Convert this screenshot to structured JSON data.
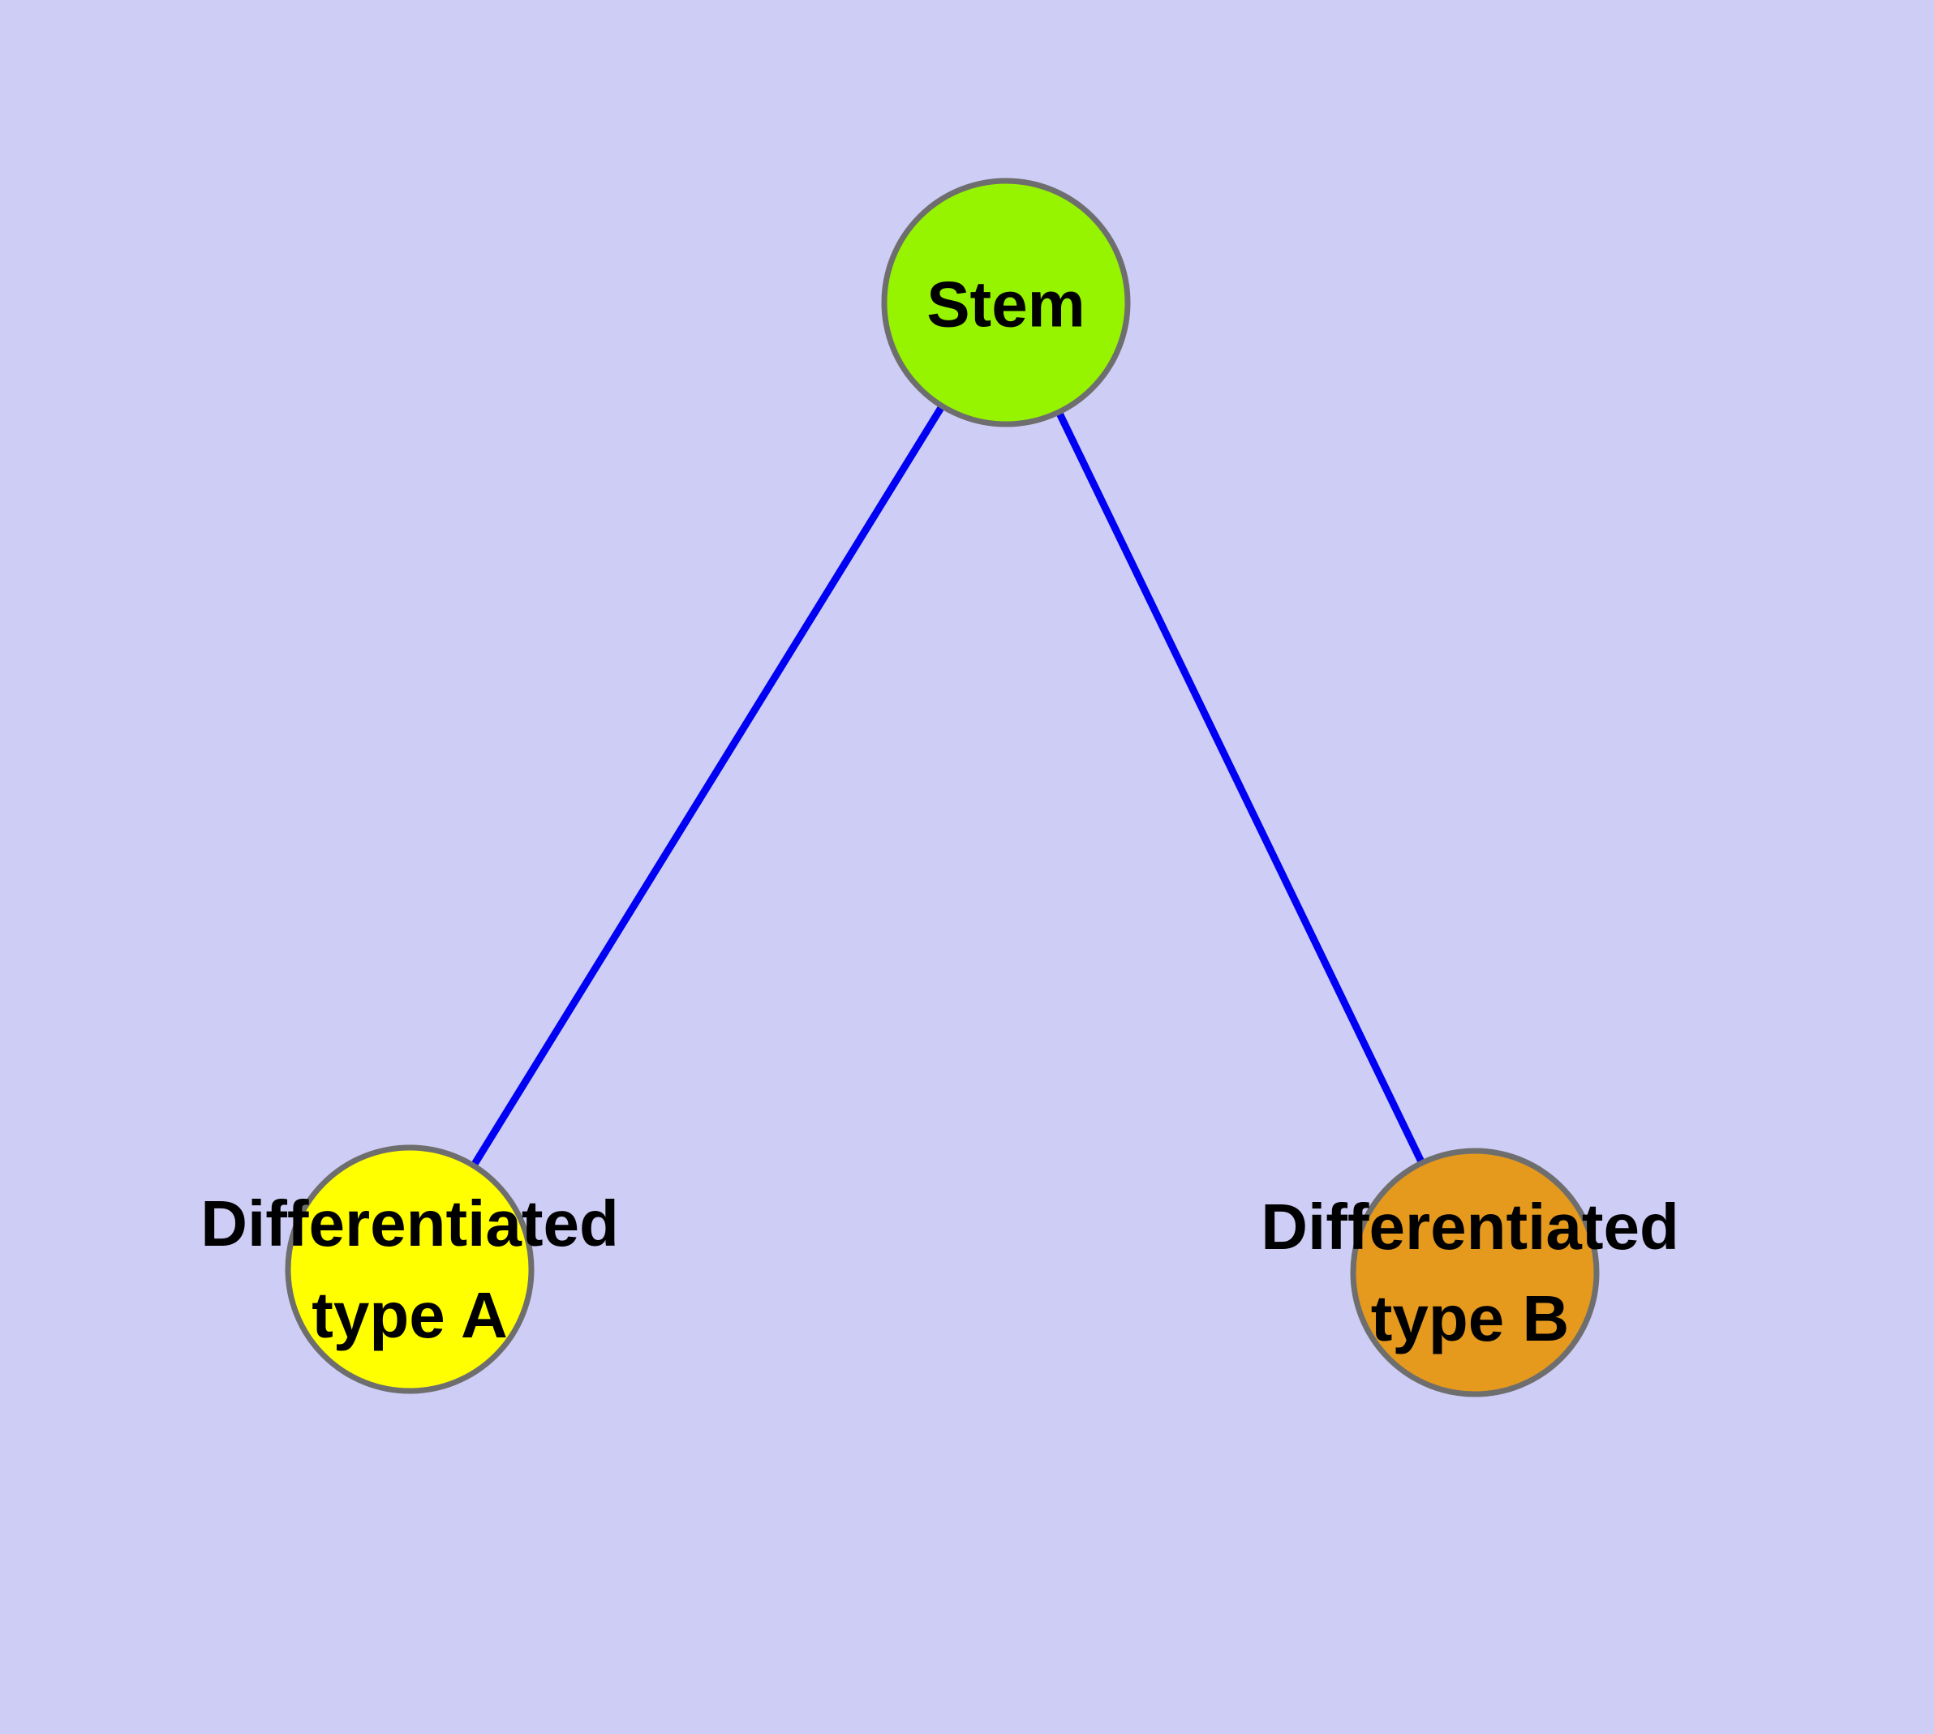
{
  "diagram": {
    "type": "node-link-tree",
    "nodes": [
      {
        "id": "stem",
        "label": "Stem",
        "fill": "#96F400"
      },
      {
        "id": "type-a",
        "label": "Differentiated\ntype A",
        "fill": "#FFFF00"
      },
      {
        "id": "type-b",
        "label": "Differentiated\ntype B",
        "fill": "#E59A1E"
      }
    ],
    "edges": [
      {
        "from": "stem",
        "to": "type-a"
      },
      {
        "from": "stem",
        "to": "type-b"
      }
    ],
    "colors": {
      "background": "#CDCDF5",
      "edge": "#0000F2",
      "node_border": "#6E6E6E",
      "label_text": "#000000"
    }
  }
}
